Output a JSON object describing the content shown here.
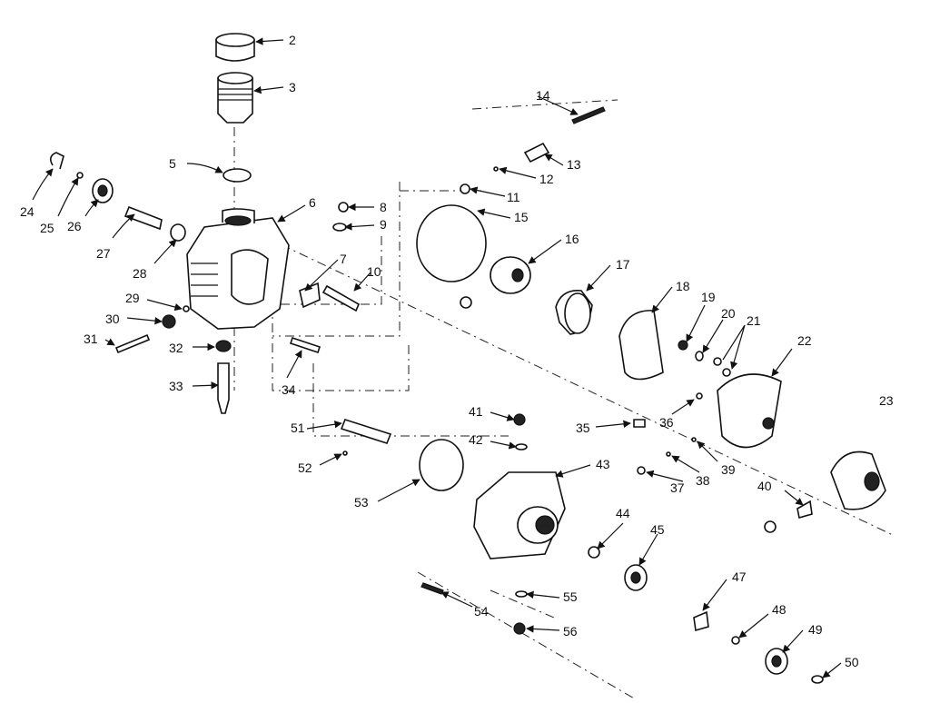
{
  "diagram": {
    "labels": [
      "2",
      "3",
      "5",
      "6",
      "7",
      "8",
      "9",
      "10",
      "11",
      "12",
      "13",
      "14",
      "15",
      "16",
      "17",
      "18",
      "19",
      "20",
      "21",
      "22",
      "23",
      "24",
      "25",
      "26",
      "27",
      "28",
      "29",
      "30",
      "31",
      "32",
      "33",
      "34",
      "35",
      "36",
      "37",
      "38",
      "39",
      "40",
      "41",
      "42",
      "43",
      "44",
      "45",
      "47",
      "48",
      "49",
      "50",
      "51",
      "52",
      "53",
      "54",
      "55",
      "56"
    ],
    "colors": {
      "ink": "#111111",
      "paper": "#ffffff"
    }
  }
}
